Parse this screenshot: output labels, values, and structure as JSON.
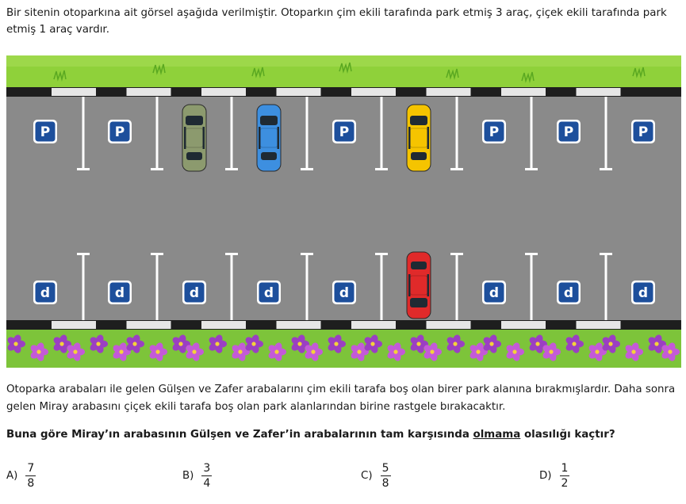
{
  "intro_text": "Bir sitenin otoparkına ait görsel aşağıda verilmiştir. Otoparkın çim ekili tarafında park etmiş 3 araç, çiçek ekili tarafında park etmiş 1 araç vardır.",
  "paragraph_text": "Otoparka arabaları ile gelen Gülşen ve Zafer arabalarını çim ekili tarafa boş olan birer park alanına bırakmışlardır. Daha sonra gelen Miray arabasını çiçek ekili tarafa boş olan park alanlarından birine rastgele bırakacaktır.",
  "question": {
    "before": "Buna göre Miray’ın arabasının Gülşen ve Zafer’in arabalarının tam karşısında ",
    "underlined": "olmama",
    "after": " olasılığı kaçtır?"
  },
  "options": [
    {
      "letter": "A)",
      "num": "7",
      "den": "8"
    },
    {
      "letter": "B)",
      "num": "3",
      "den": "4"
    },
    {
      "letter": "C)",
      "num": "5",
      "den": "8"
    },
    {
      "letter": "D)",
      "num": "1",
      "den": "2"
    }
  ],
  "parking": {
    "top_sign": "P",
    "bottom_sign": "d",
    "top_row": [
      "sign",
      "sign",
      "car-green",
      "car-blue",
      "sign",
      "car-yellow",
      "sign",
      "sign",
      "sign"
    ],
    "bottom_row": [
      "sign",
      "sign",
      "sign",
      "sign",
      "sign",
      "car-red",
      "sign",
      "sign",
      "sign"
    ]
  },
  "colors": {
    "grass": "#8fd13a",
    "asphalt": "#8a8a8a",
    "sign_blue": "#1d4f9c",
    "flower": "#b44fcf",
    "car_green": "#8c9a6e",
    "car_blue": "#3d8fe0",
    "car_yellow": "#f5c400",
    "car_red": "#e02a2a"
  }
}
